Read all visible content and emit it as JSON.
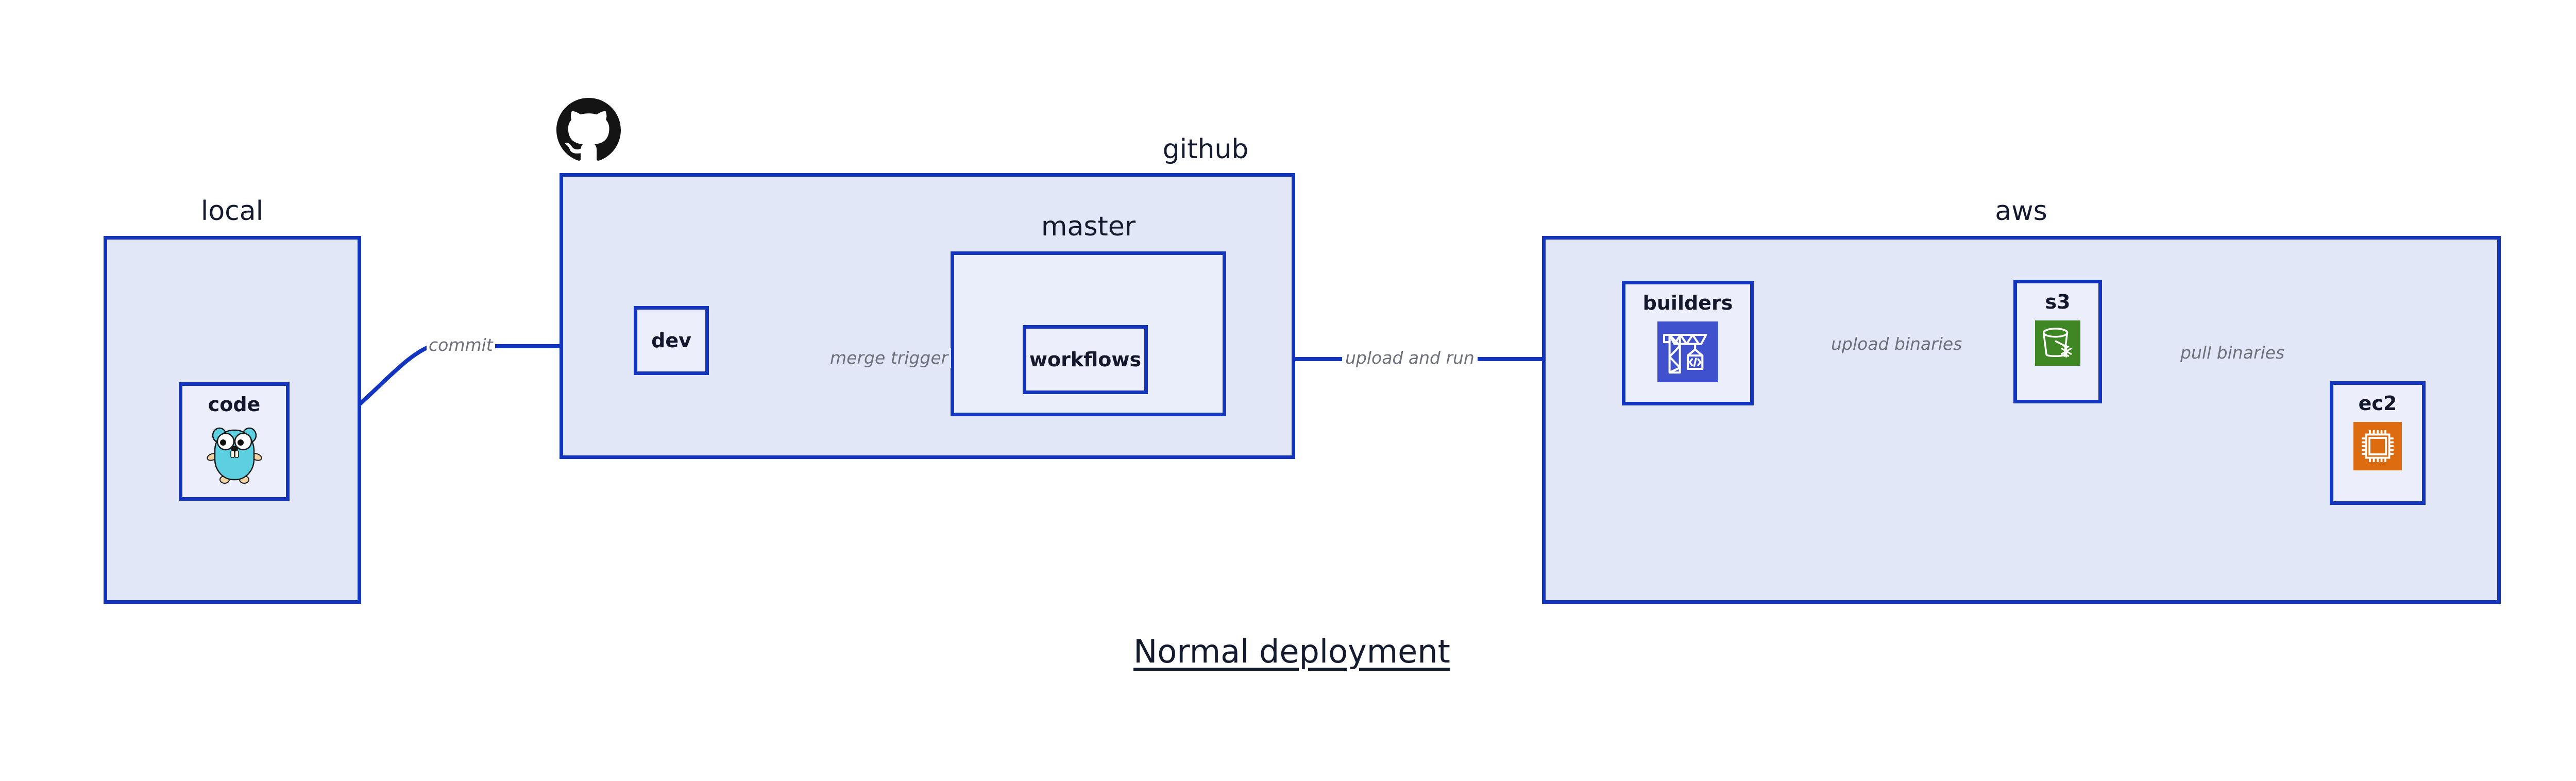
{
  "title": "Normal deployment",
  "colors": {
    "group_border": "#1335bd",
    "group_fill": "#e2e7f8",
    "node_fill": "#eceffb",
    "edge_stroke": "#1335bd",
    "edge_label": "#6d6f79",
    "text": "#151b2e",
    "builders_icon_bg": "#3f51cc",
    "s3_icon_bg": "#3f8624",
    "ec2_icon_bg": "#dd6b10",
    "gopher_body": "#5ccfe0",
    "github_logo": "#141414"
  },
  "groups": [
    {
      "id": "local",
      "label": "local"
    },
    {
      "id": "github",
      "label": "github"
    },
    {
      "id": "aws",
      "label": "aws"
    }
  ],
  "subgroups": [
    {
      "id": "master",
      "label": "master",
      "parent": "github"
    }
  ],
  "nodes": [
    {
      "id": "code",
      "label": "code",
      "parent": "local",
      "icon": "go-gopher-icon"
    },
    {
      "id": "dev",
      "label": "dev",
      "parent": "github",
      "icon": null
    },
    {
      "id": "workflows",
      "label": "workflows",
      "parent": "master",
      "icon": null
    },
    {
      "id": "builders",
      "label": "builders",
      "parent": "aws",
      "icon": "aws-builders-crane-icon"
    },
    {
      "id": "s3",
      "label": "s3",
      "parent": "aws",
      "icon": "aws-s3-bucket-icon"
    },
    {
      "id": "ec2",
      "label": "ec2",
      "parent": "aws",
      "icon": "aws-ec2-chip-icon"
    }
  ],
  "edges": [
    {
      "id": "commit",
      "label": "commit",
      "from": "code",
      "to": "dev"
    },
    {
      "id": "merge-trigger",
      "label": "merge trigger",
      "from": "dev",
      "to": "workflows"
    },
    {
      "id": "upload-run",
      "label": "upload and run",
      "from": "workflows",
      "to": "builders"
    },
    {
      "id": "upload-bin",
      "label": "upload binaries",
      "from": "builders",
      "to": "s3"
    },
    {
      "id": "pull-bin",
      "label": "pull binaries",
      "from": "s3",
      "to": "ec2"
    }
  ],
  "logos": [
    {
      "id": "github-logo",
      "name": "github-octocat-logo"
    }
  ]
}
